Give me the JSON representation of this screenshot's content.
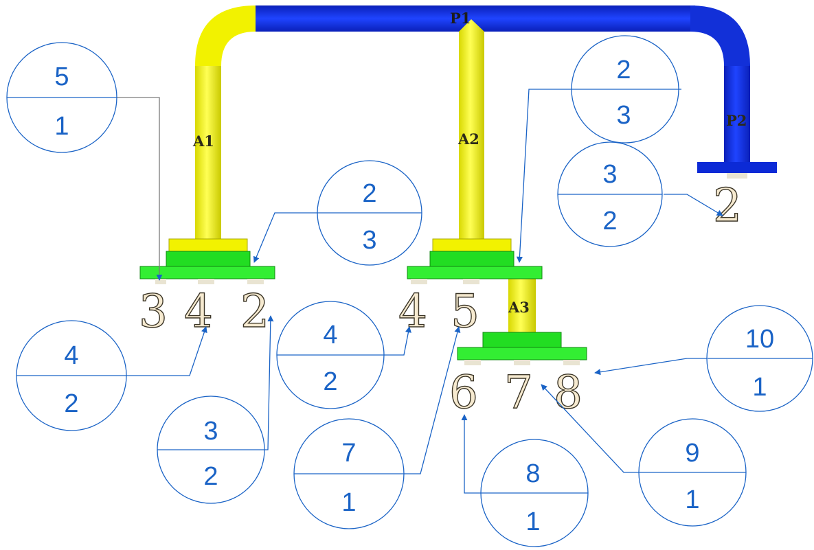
{
  "pipe_labels": {
    "a1": "A1",
    "a2": "A2",
    "a3": "A3",
    "p1": "P1",
    "p2": "P2"
  },
  "item_numbers": {
    "a1_left": "3",
    "a1_mid": "4",
    "a1_right": "2",
    "a2_left": "4",
    "a2_mid": "5",
    "a3_left": "6",
    "a3_mid": "7",
    "a3_right": "8",
    "p2_end": "2"
  },
  "balloons": {
    "b1": {
      "top": "5",
      "bottom": "1"
    },
    "b2": {
      "top": "2",
      "bottom": "3"
    },
    "b3": {
      "top": "2",
      "bottom": "3"
    },
    "b4": {
      "top": "3",
      "bottom": "2"
    },
    "b5": {
      "top": "4",
      "bottom": "2"
    },
    "b6": {
      "top": "3",
      "bottom": "2"
    },
    "b7": {
      "top": "4",
      "bottom": "2"
    },
    "b8": {
      "top": "7",
      "bottom": "1"
    },
    "b9": {
      "top": "8",
      "bottom": "1"
    },
    "b10": {
      "top": "9",
      "bottom": "1"
    },
    "b11": {
      "top": "10",
      "bottom": "1"
    }
  },
  "colors": {
    "assembly_pipe": "#ffff22",
    "process_pipe": "#0a2ee6",
    "flange": "#22ee22",
    "balloon_line": "#1a63c6"
  }
}
